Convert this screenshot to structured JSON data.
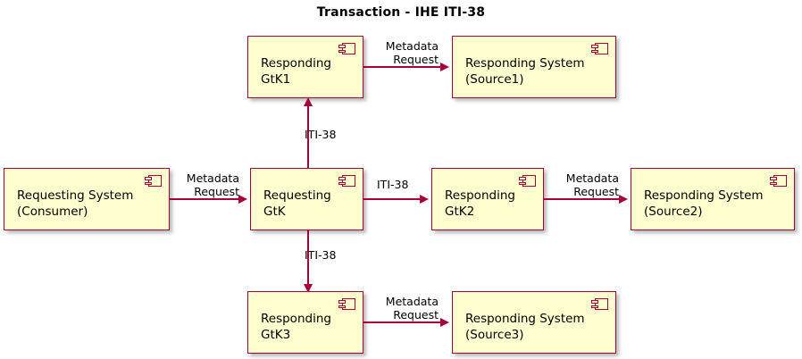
{
  "diagram": {
    "title": "Transaction - IHE ITI-38",
    "colors": {
      "node_fill": "#FEFECE",
      "node_border": "#A80036",
      "arrow": "#A80036",
      "text": "#000000",
      "background": "#FFFFFF"
    },
    "nodes": [
      {
        "id": "gtk1",
        "line1": "Responding",
        "line2": "GtK1",
        "icon": "uml-component-icon"
      },
      {
        "id": "source1",
        "line1": "Responding System",
        "line2": "(Source1)",
        "icon": "uml-component-icon"
      },
      {
        "id": "consumer",
        "line1": "Requesting System",
        "line2": "(Consumer)",
        "icon": "uml-component-icon"
      },
      {
        "id": "gtk",
        "line1": "Requesting",
        "line2": "GtK",
        "icon": "uml-component-icon"
      },
      {
        "id": "gtk2",
        "line1": "Responding",
        "line2": "GtK2",
        "icon": "uml-component-icon"
      },
      {
        "id": "source2",
        "line1": "Responding System",
        "line2": "(Source2)",
        "icon": "uml-component-icon"
      },
      {
        "id": "gtk3",
        "line1": "Responding",
        "line2": "GtK3",
        "icon": "uml-component-icon"
      },
      {
        "id": "source3",
        "line1": "Responding System",
        "line2": "(Source3)",
        "icon": "uml-component-icon"
      }
    ],
    "edges": [
      {
        "id": "gtk1-source1",
        "from": "gtk1",
        "to": "source1",
        "label_line1": "Metadata",
        "label_line2": "Request"
      },
      {
        "id": "consumer-gtk",
        "from": "consumer",
        "to": "gtk",
        "label_line1": "Metadata",
        "label_line2": "Request"
      },
      {
        "id": "gtk-gtk2",
        "from": "gtk",
        "to": "gtk2",
        "label_line1": "ITI-38",
        "label_line2": ""
      },
      {
        "id": "gtk2-source2",
        "from": "gtk2",
        "to": "source2",
        "label_line1": "Metadata",
        "label_line2": "Request"
      },
      {
        "id": "gtk-gtk1",
        "from": "gtk",
        "to": "gtk1",
        "label_line1": "ITI-38",
        "label_line2": ""
      },
      {
        "id": "gtk-gtk3",
        "from": "gtk",
        "to": "gtk3",
        "label_line1": "ITI-38",
        "label_line2": ""
      },
      {
        "id": "gtk3-source3",
        "from": "gtk3",
        "to": "source3",
        "label_line1": "Metadata",
        "label_line2": "Request"
      }
    ]
  }
}
